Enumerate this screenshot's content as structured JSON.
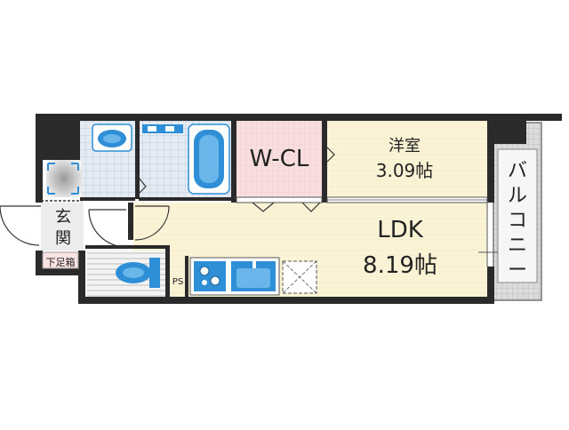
{
  "rooms": {
    "western": {
      "name": "洋室",
      "size": "3.09帖"
    },
    "ldk": {
      "name": "LDK",
      "size": "8.19帖"
    },
    "wcl": {
      "name": "W-CL"
    },
    "entrance": {
      "line1": "玄",
      "line2": "関"
    },
    "shoe_box": {
      "name": "下足箱"
    },
    "ps": {
      "name": "PS"
    },
    "balcony": {
      "chars": [
        "バ",
        "ル",
        "コ",
        "ニ",
        "ー"
      ]
    }
  },
  "colors": {
    "wall": "#2a2a2a",
    "ldk_floor": "#faf3d6",
    "western_floor": "#faf3d6",
    "wcl_floor": "#f7dcdc",
    "wet_area": "#dde6ee",
    "fixture_blue": "#2f8fd6",
    "balcony": "#d9d9d9",
    "entrance_floor": "#e8e8e8"
  }
}
